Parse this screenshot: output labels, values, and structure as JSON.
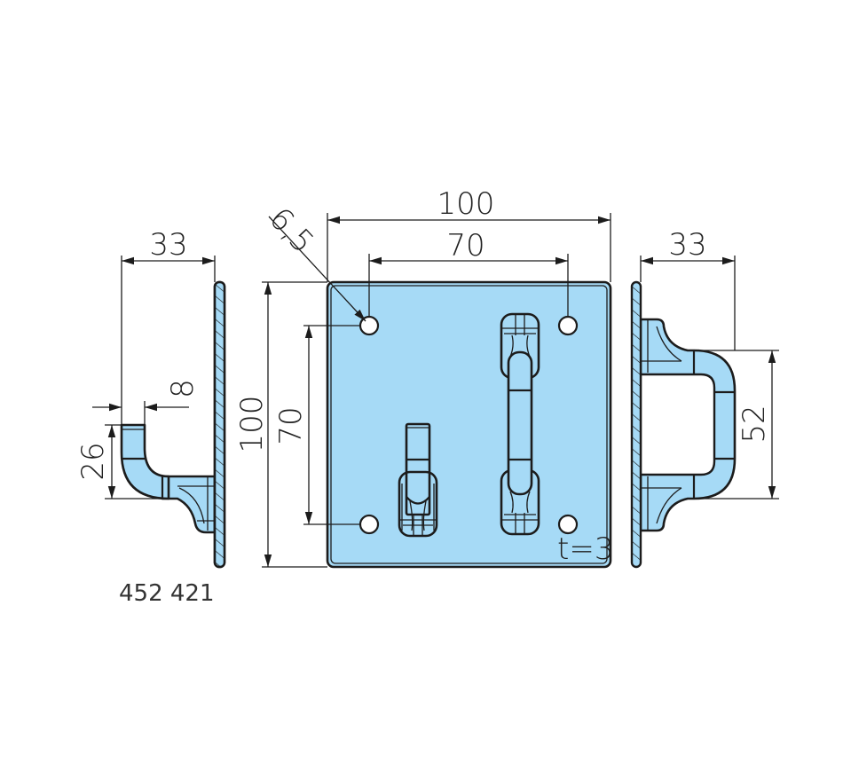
{
  "colors": {
    "part_fill": "#a6daf6",
    "line": "#1c1c1c"
  },
  "dimensions": {
    "front_width": "100",
    "front_hole_spacing_h": "70",
    "hole_diameter": "6,5",
    "front_height": "100",
    "front_hole_spacing_v": "70",
    "thickness": "t=3",
    "left_depth": "33",
    "left_hook_width": "8",
    "left_hook_height": "26",
    "right_depth": "33",
    "right_loop_height": "52"
  },
  "article_number": "452 421"
}
